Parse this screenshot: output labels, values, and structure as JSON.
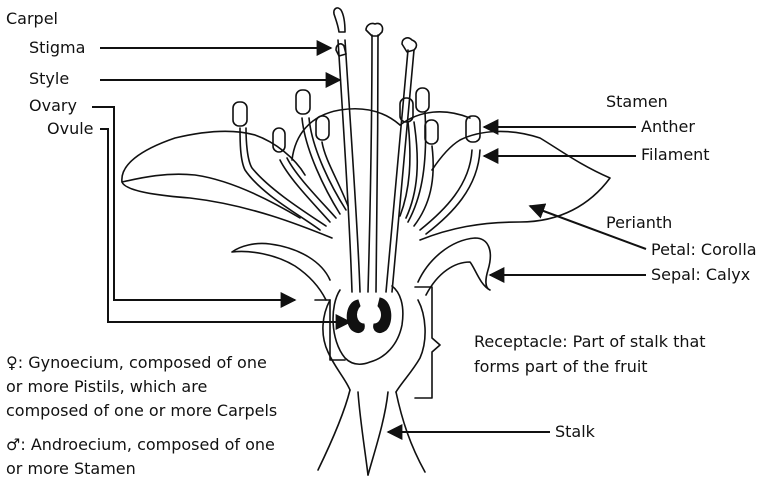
{
  "labels": {
    "carpel": "Carpel",
    "stigma": "Stigma",
    "style": "Style",
    "ovary": "Ovary",
    "ovule": "Ovule",
    "stamen": "Stamen",
    "anther": "Anther",
    "filament": "Filament",
    "perianth": "Perianth",
    "petal": "Petal: Corolla",
    "sepal": "Sepal: Calyx",
    "receptacle_1": "Receptacle: Part of stalk that",
    "receptacle_2": "forms part of the fruit",
    "stalk": "Stalk"
  },
  "notes": {
    "gynoecium_1": "♀: Gynoecium, composed of one",
    "gynoecium_2": "or more Pistils, which are",
    "gynoecium_3": "composed of one or more Carpels",
    "androecium_1": "♂: Androecium, composed of one",
    "androecium_2": "or more Stamen"
  },
  "colors": {
    "ink": "#111111",
    "background": "#ffffff"
  }
}
